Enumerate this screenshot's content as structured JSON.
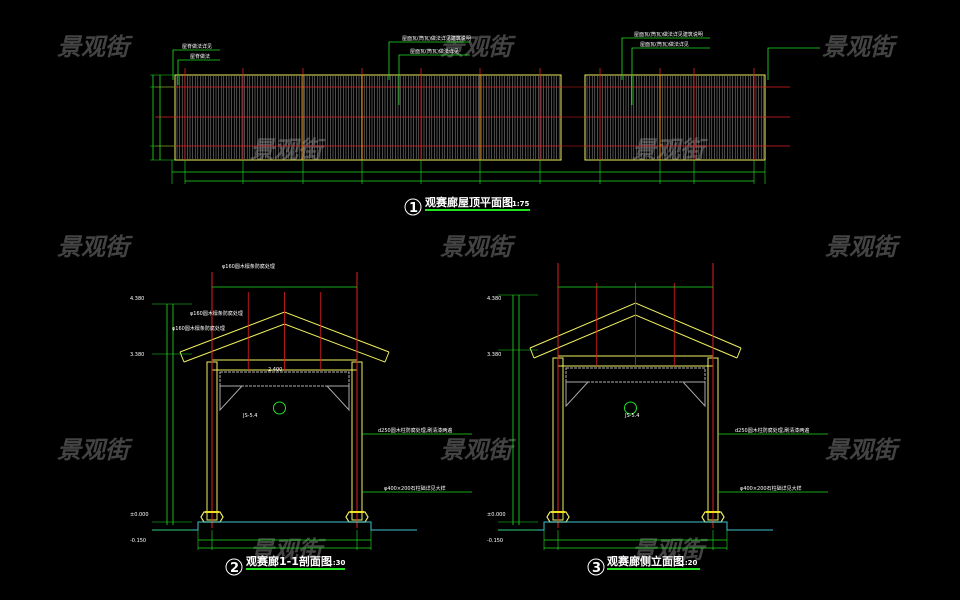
{
  "watermark": "景观街",
  "colors": {
    "background": "#000000",
    "dimension": "#22e022",
    "axis": "#e02020",
    "outline": "#f0f060",
    "ground": "#40c0d0",
    "text": "#ffffff"
  },
  "plan": {
    "number": "1",
    "title": "观赛廊屋顶平面图",
    "scale": "1:75",
    "callouts": [
      "屋面瓦(筒瓦)做法详见建筑说明",
      "屋面瓦(筒瓦)做法详见",
      "屋面瓦(筒瓦)做法详见建筑说明",
      "屋面瓦(筒瓦)做法详见",
      "屋脊做法详见",
      "屋脊做法"
    ]
  },
  "section": {
    "number": "2",
    "title": "观赛廊1-1剖面图",
    "scale": "1:30",
    "elev": [
      "4.380",
      "3.380",
      "±0.000",
      "-0.150"
    ],
    "callouts": [
      "φ160圆木檩条防腐处理",
      "φ160圆木檩条防腐处理",
      "φ160圆木檩条防腐处理",
      "d250圆木柱防腐处理,刷清漆两遍",
      "φ400×200石柱础详见大样",
      "2.400"
    ],
    "ref": "JS-5.4"
  },
  "elevation": {
    "number": "3",
    "title": "观赛廊侧立面图",
    "scale": "1:20",
    "elev": [
      "4.380",
      "3.380",
      "±0.000",
      "-0.150"
    ],
    "callouts": [
      "d250圆木柱防腐处理,刷清漆两遍",
      "φ400×200石柱础详见大样"
    ],
    "ref": "JS-5.4"
  }
}
